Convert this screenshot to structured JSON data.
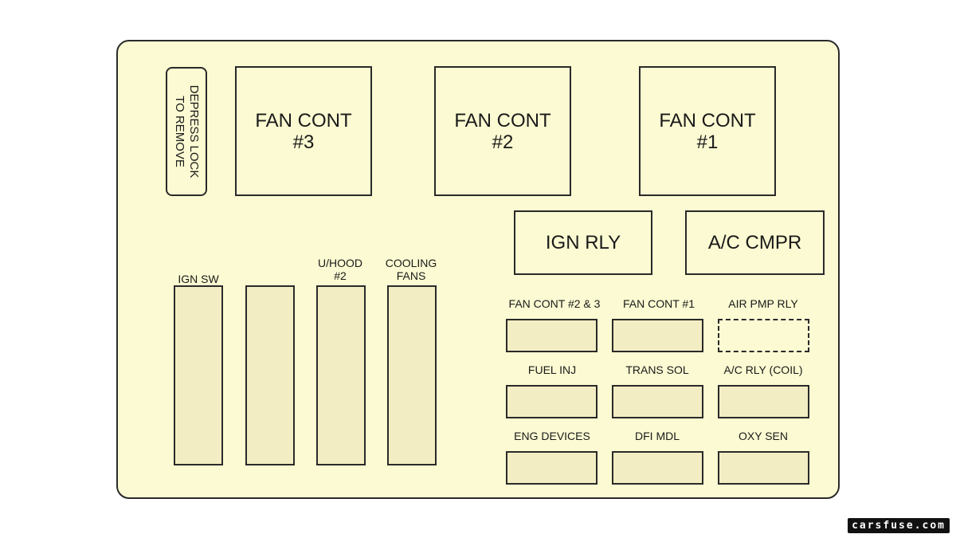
{
  "lock_label": "DEPRESS LOCK\nTO REMOVE",
  "relays": {
    "fan_cont_3": "FAN CONT\n#3",
    "fan_cont_2": "FAN CONT\n#2",
    "fan_cont_1": "FAN CONT\n#1",
    "ign_rly": "IGN RLY",
    "ac_cmpr": "A/C CMPR"
  },
  "maxi_fuses": {
    "ign_sw": "IGN SW",
    "unlabeled": "",
    "uhood_2": "U/HOOD\n#2",
    "cooling_fans": "COOLING\nFANS"
  },
  "mini_fuses": {
    "fan_cont_2_3": "FAN CONT  #2 & 3",
    "fan_cont_1": "FAN CONT  #1",
    "air_pmp_rly": "AIR PMP RLY",
    "fuel_inj": "FUEL INJ",
    "trans_sol": "TRANS SOL",
    "ac_rly_coil": "A/C RLY (COIL)",
    "eng_devices": "ENG DEVICES",
    "dfi_mdl": "DFI MDL",
    "oxy_sen": "OXY SEN"
  },
  "watermark": "carsfuse.com",
  "colors": {
    "panel": "#fbfad2",
    "fuse": "#f3edc3",
    "stroke": "#2a2a2a"
  }
}
